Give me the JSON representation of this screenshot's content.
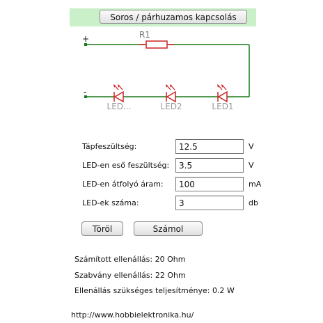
{
  "header": {
    "mode_button": "Soros / párhuzamos kapcsolás"
  },
  "circuit": {
    "plus_label": "+",
    "minus_label": "-",
    "resistor_label": "R1",
    "led_labels": [
      "LED...",
      "LED2",
      "LED1"
    ],
    "wire_color": "#1a7a1a",
    "component_color": "#cc2222",
    "led_text_color": "#9a9a9a"
  },
  "form": {
    "rows": [
      {
        "label": "Tápfeszültség:",
        "value": "12.5",
        "unit": "V"
      },
      {
        "label": "LED-en eső feszültség:",
        "value": "3.5",
        "unit": "V"
      },
      {
        "label": "LED-en átfolyó áram:",
        "value": "100",
        "unit": "mA"
      },
      {
        "label": "LED-ek száma:",
        "value": "3",
        "unit": "db"
      }
    ],
    "clear_button": "Töröl",
    "calc_button": "Számol"
  },
  "results": {
    "calculated": "Számított ellenállás: 20 Ohm",
    "standard": "Szabvány ellenállás: 22  Ohm",
    "power": "Ellenállás szükséges teljesítménye: 0.2 W"
  },
  "footer": {
    "url": "http://www.hobbielektronika.hu/"
  }
}
